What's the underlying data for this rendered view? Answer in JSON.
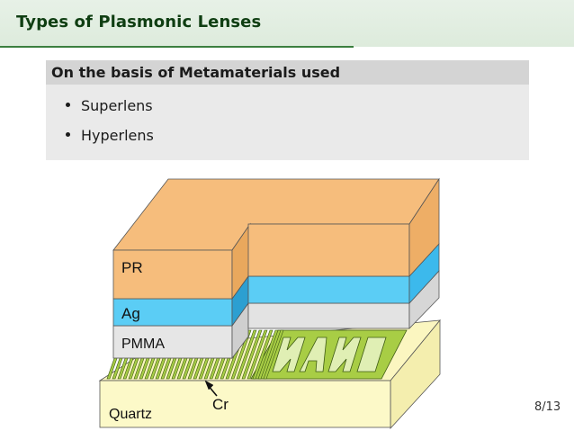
{
  "frame": {
    "title": "Types of Plasmonic Lenses",
    "colors": {
      "title_bg": "#e2eee1",
      "title_text": "#0f3e12",
      "rule": "#3b7f3f"
    }
  },
  "block": {
    "heading": "On the basis of Metamaterials used",
    "items": [
      {
        "label": "Superlens"
      },
      {
        "label": "Hyperlens"
      }
    ]
  },
  "figure": {
    "layers": {
      "pr": "PR",
      "ag": "Ag",
      "pmma": "PMMA",
      "quartz": "Quartz"
    },
    "pointer_label": "Cr",
    "pattern_text": "NANO",
    "colors": {
      "pr": "#f6bd7c",
      "ag": "#5bcdf5",
      "pmma": "#e3e3e3",
      "quartz": "#fcf9c8",
      "cr": "#a8cd45"
    }
  },
  "footer": {
    "page": "8/13"
  }
}
